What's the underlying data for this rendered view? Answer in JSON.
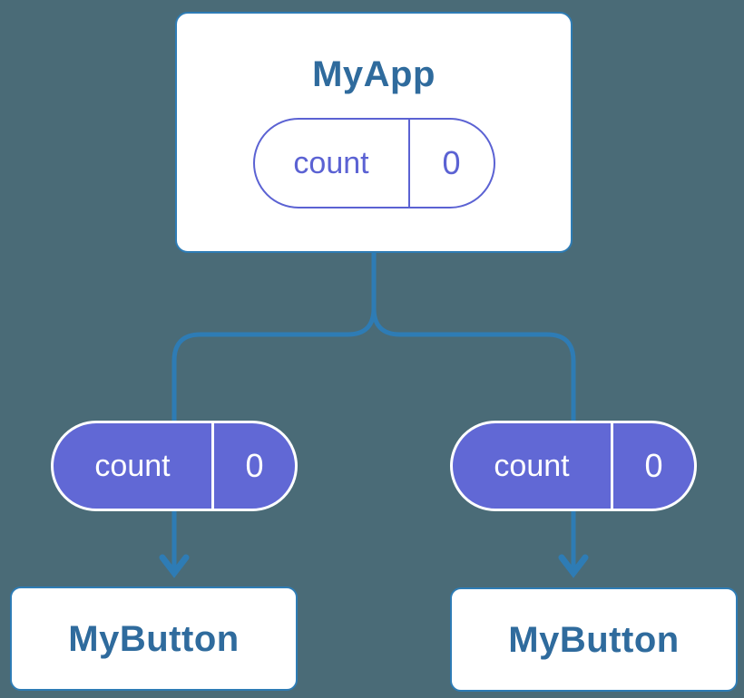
{
  "diagram": {
    "root": {
      "title": "MyApp",
      "state": {
        "key": "count",
        "value": "0"
      }
    },
    "children": [
      {
        "title": "MyButton",
        "props": {
          "key": "count",
          "value": "0"
        }
      },
      {
        "title": "MyButton",
        "props": {
          "key": "count",
          "value": "0"
        }
      }
    ]
  },
  "colors": {
    "background": "#4a6b77",
    "connector": "#2e7cb5",
    "card_border": "#2e7cb5",
    "card_bg": "#ffffff",
    "card_title": "#2f6b9d",
    "pill_purple": "#6168d5",
    "pill_outline": "#5b62d3",
    "pill_text_light": "#ffffff"
  }
}
